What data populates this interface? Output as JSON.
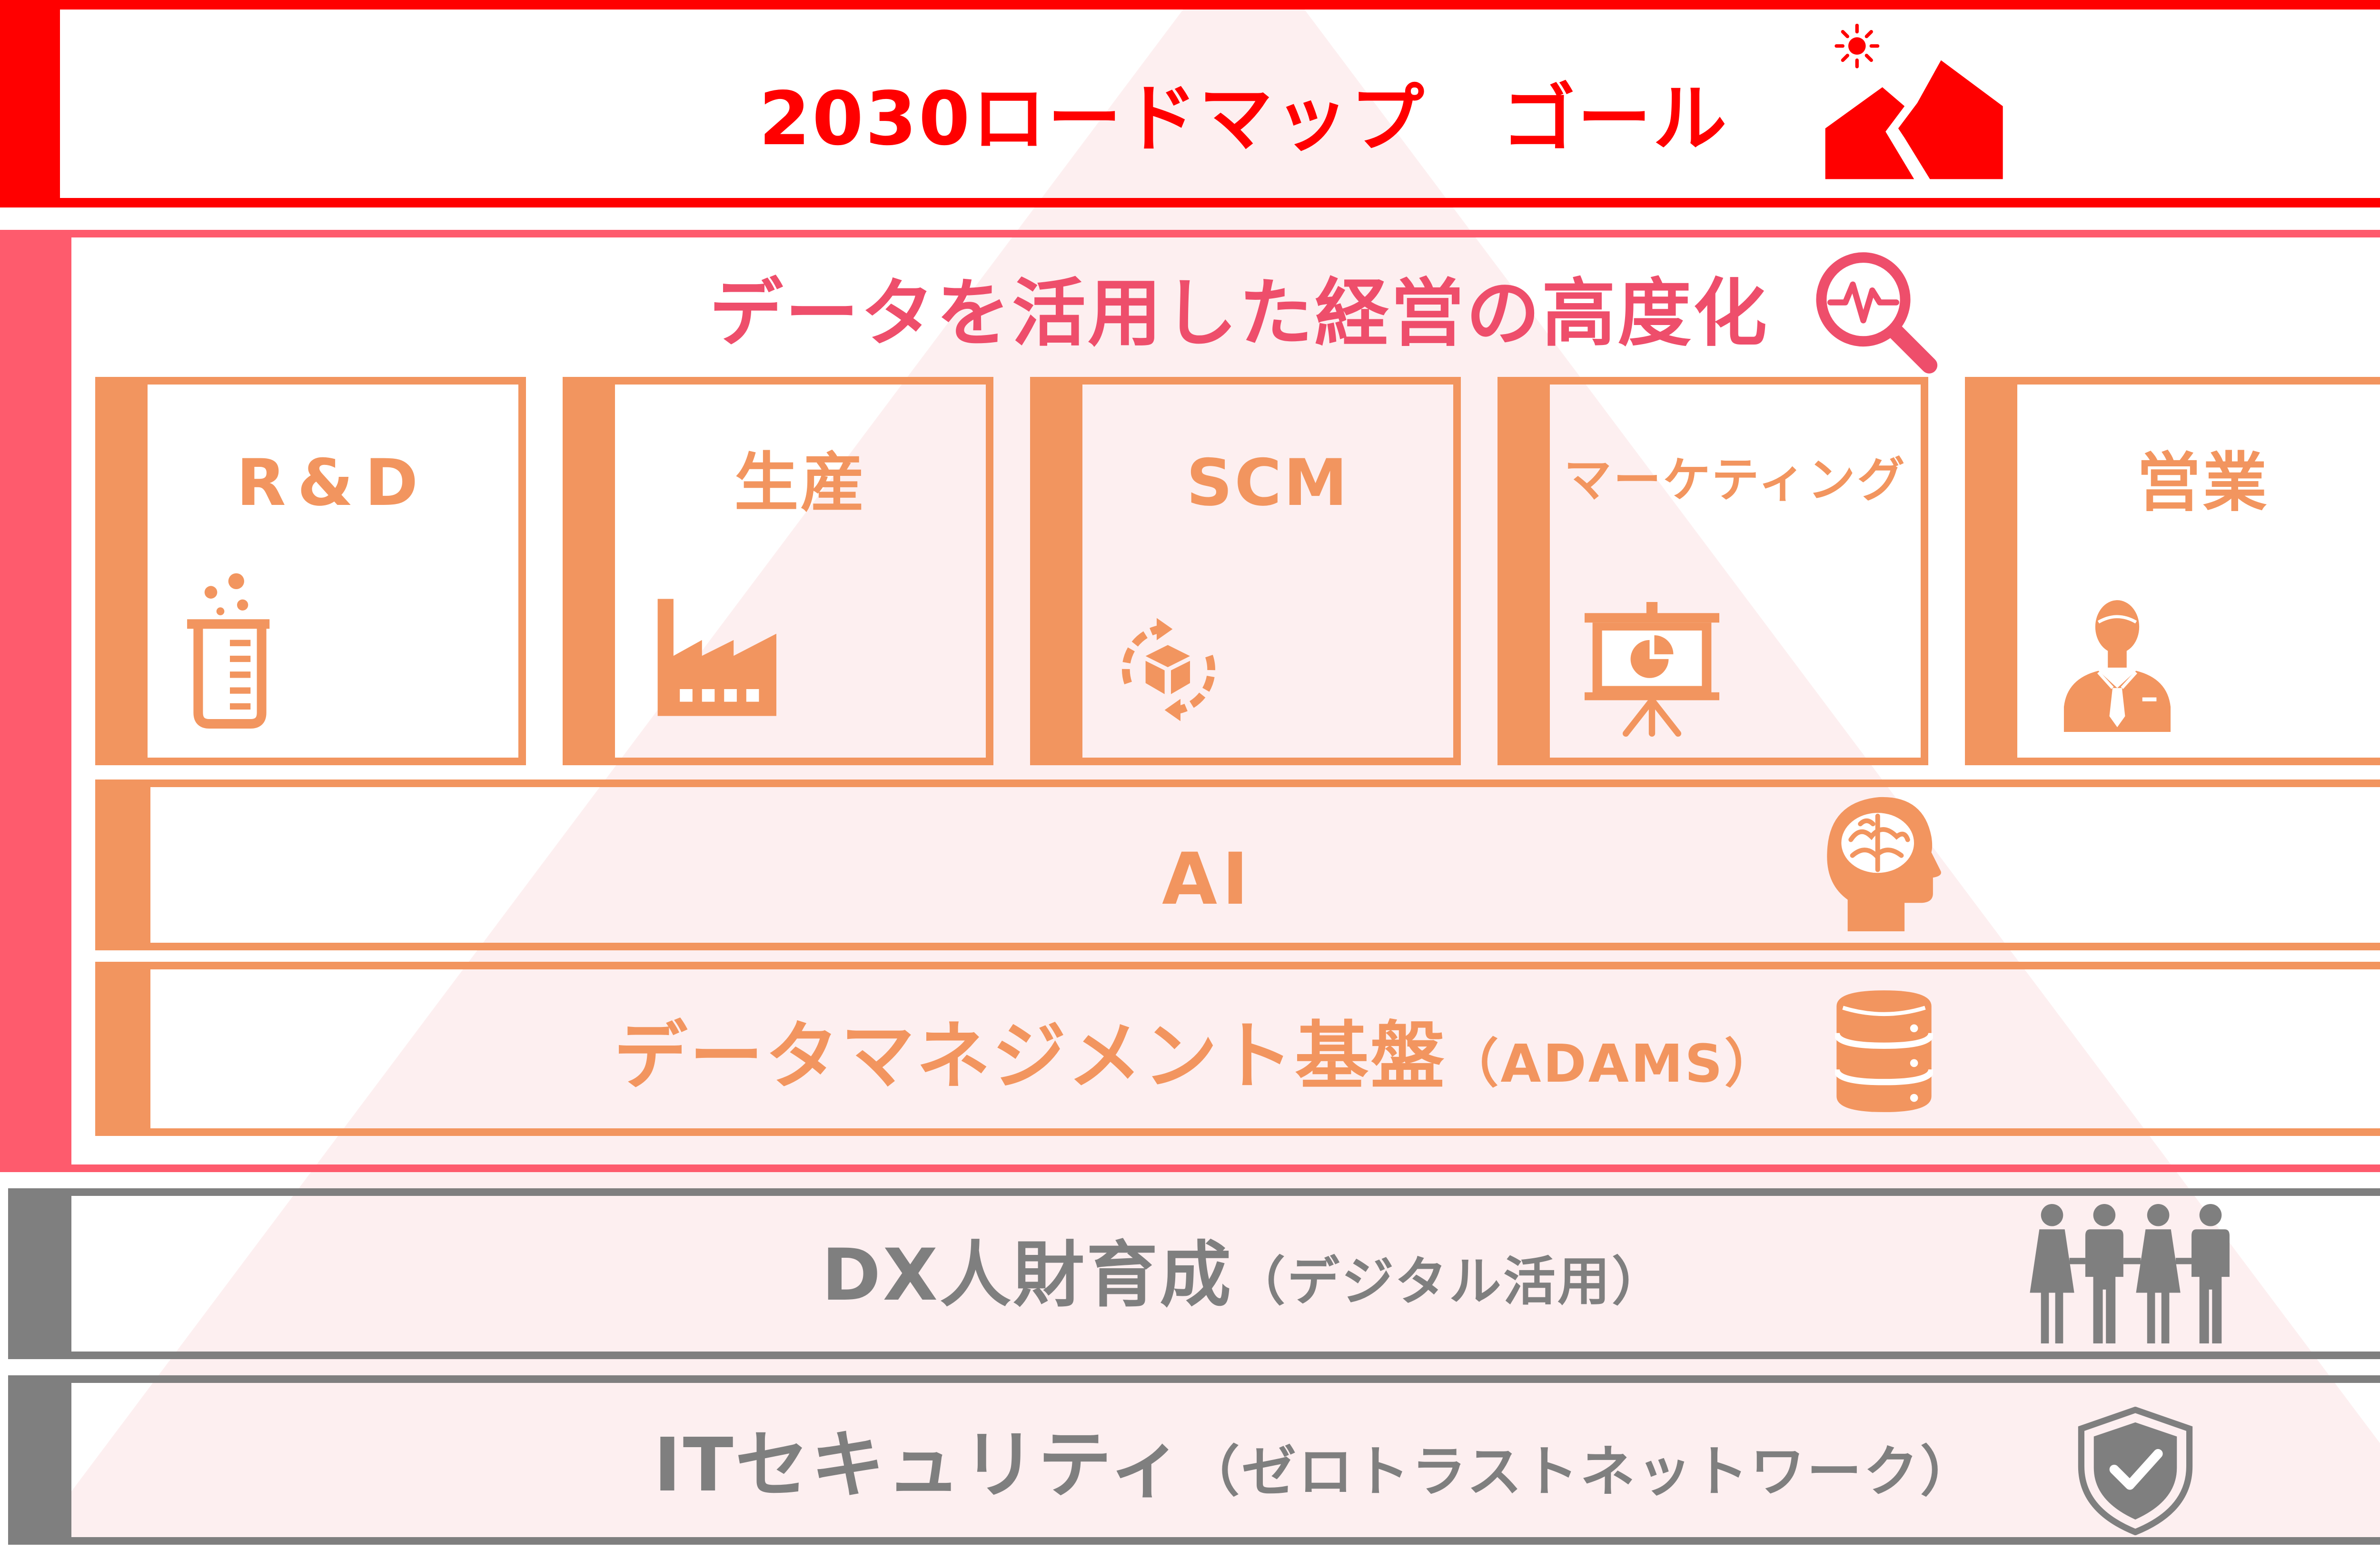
{
  "goal": {
    "title": "2030ロードマップ　ゴール",
    "icon": "mountain-sun-icon"
  },
  "vision": {
    "title": "データを活用した経営の高度化",
    "icon": "magnifier-pulse-icon"
  },
  "domains": [
    {
      "label": "R&D",
      "icon": "beaker-icon"
    },
    {
      "label": "生産",
      "icon": "factory-icon"
    },
    {
      "label": "SCM",
      "icon": "supply-chain-box-icon"
    },
    {
      "label": "マーケティング",
      "icon": "presentation-chart-icon"
    },
    {
      "label": "営業",
      "icon": "salesperson-icon"
    }
  ],
  "ai": {
    "label": "AI",
    "icon": "brain-head-icon"
  },
  "data_platform": {
    "label": "データマネジメント基盤",
    "sub": "（ADAMS）",
    "icon": "database-icon"
  },
  "talent": {
    "label": "DX人財育成",
    "sub": "（デジタル活用）",
    "icon": "people-group-icon"
  },
  "security": {
    "label": "ITセキュリティ",
    "sub": "（ゼロトラストネットワーク）",
    "icon": "shield-check-icon"
  },
  "colors": {
    "goal": "#ff0000",
    "vision": "#fe5b6d",
    "vision_text": "#ee4e6b",
    "initiative": "#f2955f",
    "foundation": "#7f7f7f",
    "backdrop": "#fdeff0"
  }
}
